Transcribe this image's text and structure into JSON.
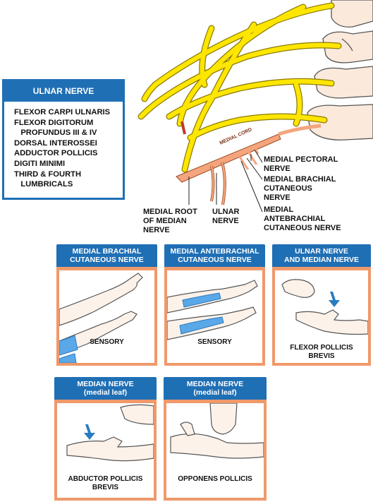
{
  "infobox": {
    "title": "ULNAR NERVE",
    "items": [
      "FLEXOR CARPI ULNARIS",
      "FLEXOR DIGITORUM",
      "   PROFUNDUS III & IV",
      "DORSAL INTEROSSEI",
      "ADDUCTOR POLLICIS",
      "DIGITI MINIMI",
      "THIRD & FOURTH",
      "   LUMBRICALS"
    ]
  },
  "plexus": {
    "cord_label": "MEDIAL CORD",
    "medial_pectoral": [
      "MEDIAL PECTORAL",
      "NERVE"
    ],
    "medial_brachial": [
      "MEDIAL BRACHIAL",
      "CUTANEOUS",
      "NERVE"
    ],
    "medial_antebrachial": [
      "MEDIAL",
      "ANTEBRACHIAL",
      "CUTANEOUS NERVE"
    ],
    "medial_root": [
      "MEDIAL ROOT",
      "OF MEDIAN",
      "NERVE"
    ],
    "ulnar": [
      "ULNAR",
      "NERVE"
    ]
  },
  "panels": [
    {
      "title": [
        "MEDIAL BRACHIAL",
        "CUTANEOUS NERVE"
      ],
      "caption": [
        "SENSORY"
      ]
    },
    {
      "title": [
        "MEDIAL ANTEBRACHIAL",
        "CUTANEOUS NERVE"
      ],
      "caption": [
        "SENSORY"
      ]
    },
    {
      "title": [
        "ULNAR NERVE",
        "AND MEDIAN NERVE"
      ],
      "caption": [
        "FLEXOR POLLICIS",
        "BREVIS"
      ]
    },
    {
      "title": [
        "MEDIAN NERVE",
        "(medial leaf)"
      ],
      "caption": [
        "ABDUCTOR POLLICIS",
        "BREVIS"
      ]
    },
    {
      "title": [
        "MEDIAN NERVE",
        "(medial leaf)"
      ],
      "caption": [
        "OPPONENS POLLICIS"
      ]
    }
  ],
  "colors": {
    "header_blue": "#1f6fb5",
    "panel_border": "#f0996b",
    "nerve_yellow": "#ffe600",
    "medial_cord": "#f4a57e",
    "sensory_blue": "#5aa8e8"
  }
}
